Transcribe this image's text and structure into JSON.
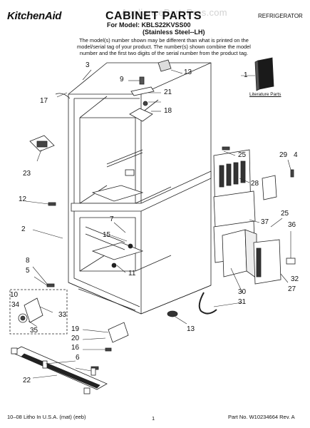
{
  "header": {
    "brand": "KitchenAid",
    "title": "CABINET PARTS",
    "category": "REFRIGERATOR",
    "model_line": "For Model: KBLS22KVSS00",
    "variant": "(Stainless Steel--LH)",
    "notice": "The model(s) number shown may be different than what is printed on the model/serial tag of your product. The number(s) shown combine the model number and the first two digits of the serial number from the product tag.",
    "watermark": "AppliancePartsPros.com"
  },
  "literature": {
    "label": "Literature Parts"
  },
  "callouts": [
    {
      "id": "c1",
      "text": "1"
    },
    {
      "id": "c2",
      "text": "2"
    },
    {
      "id": "c3",
      "text": "3"
    },
    {
      "id": "c5",
      "text": "5"
    },
    {
      "id": "c6",
      "text": "6"
    },
    {
      "id": "c7",
      "text": "7"
    },
    {
      "id": "c8",
      "text": "8"
    },
    {
      "id": "c9",
      "text": "9"
    },
    {
      "id": "c10",
      "text": "10"
    },
    {
      "id": "c11",
      "text": "11"
    },
    {
      "id": "c12",
      "text": "12"
    },
    {
      "id": "c13a",
      "text": "13"
    },
    {
      "id": "c13b",
      "text": "13"
    },
    {
      "id": "c15",
      "text": "15"
    },
    {
      "id": "c16",
      "text": "16"
    },
    {
      "id": "c17",
      "text": "17"
    },
    {
      "id": "c18",
      "text": "18"
    },
    {
      "id": "c19",
      "text": "19"
    },
    {
      "id": "c20",
      "text": "20"
    },
    {
      "id": "c21",
      "text": "21"
    },
    {
      "id": "c22",
      "text": "22"
    },
    {
      "id": "c23",
      "text": "23"
    },
    {
      "id": "c25a",
      "text": "25"
    },
    {
      "id": "c25b",
      "text": "25"
    },
    {
      "id": "c27",
      "text": "27"
    },
    {
      "id": "c28",
      "text": "28"
    },
    {
      "id": "c29",
      "text": "29"
    },
    {
      "id": "c30",
      "text": "30"
    },
    {
      "id": "c31",
      "text": "31"
    },
    {
      "id": "c32",
      "text": "32"
    },
    {
      "id": "c33",
      "text": "33"
    },
    {
      "id": "c34",
      "text": "34"
    },
    {
      "id": "c35",
      "text": "35"
    },
    {
      "id": "c36",
      "text": "36"
    },
    {
      "id": "c37",
      "text": "37"
    },
    {
      "id": "c4",
      "text": "4"
    }
  ],
  "footer": {
    "left": "10–08 Litho In U.S.A. (mat) (eeb)",
    "page": "1",
    "right": "Part No. W10234664 Rev. A"
  }
}
